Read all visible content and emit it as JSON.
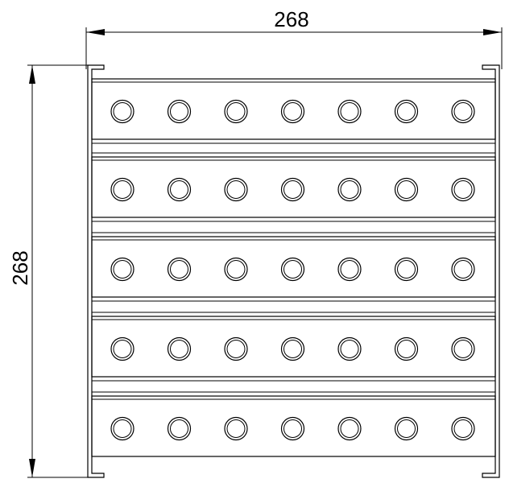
{
  "dimensions": {
    "width_label": "268",
    "height_label": "268"
  },
  "grid": {
    "rows": 5,
    "holes_per_row": 7
  }
}
